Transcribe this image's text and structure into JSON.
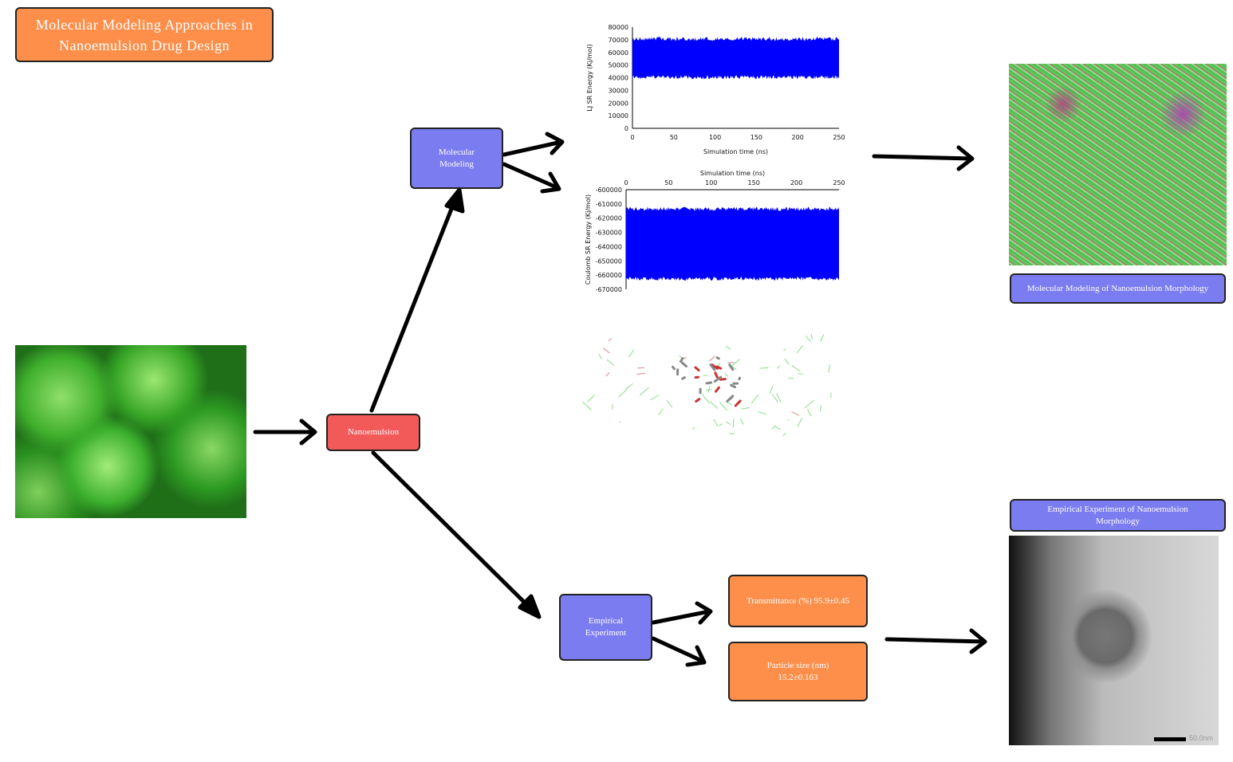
{
  "title": "Molecular Modeling Approaches in Nanoemulsion Drug Design",
  "nodes": {
    "nanoemulsion": "Nanoemulsion",
    "molecular_modeling": "Molecular Modeling",
    "empirical_experiment": "Empirical Experiment",
    "transmittance": "Transmittance (%) 95.9±0.45",
    "particle_size": "Particle size (nm) 15.2±0.163",
    "md_label": "Molecular Modeling of Nanoemulsion Morphology",
    "empirical_label": "Empirical Experiment of Nanoemulsion Morphology"
  },
  "tem_scale": "50.0nm",
  "colors": {
    "orange": "#fd8f4b",
    "blue": "#7b7cf0",
    "red": "#f25a5a",
    "series": "#0000ff"
  },
  "chart_data": [
    {
      "type": "line",
      "title": "",
      "xlabel": "Simulation time (ns)",
      "ylabel": "LJ SR Energy (Kj/mol)",
      "xlim": [
        0,
        250
      ],
      "ylim": [
        0,
        80000
      ],
      "xticks": [
        "0",
        "50",
        "100",
        "150",
        "200",
        "250"
      ],
      "yticks": [
        "80000",
        "70000",
        "60000",
        "50000",
        "40000",
        "30000",
        "20000",
        "10000",
        "0"
      ],
      "series": [
        {
          "name": "LJ SR",
          "band_min": 41000,
          "band_max": 70000
        }
      ]
    },
    {
      "type": "line",
      "title": "",
      "xlabel": "Simulation time (ns)",
      "ylabel": "Coulomb SR Energy (Kj/mol)",
      "xlim": [
        0,
        250
      ],
      "ylim": [
        -670000,
        -600000
      ],
      "xticks": [
        "0",
        "50",
        "100",
        "150",
        "200",
        "250"
      ],
      "yticks": [
        "-600000",
        "-610000",
        "-620000",
        "-630000",
        "-640000",
        "-650000",
        "-660000",
        "-670000"
      ],
      "series": [
        {
          "name": "Coulomb SR",
          "band_min": -662000,
          "band_max": -614000
        }
      ]
    }
  ]
}
